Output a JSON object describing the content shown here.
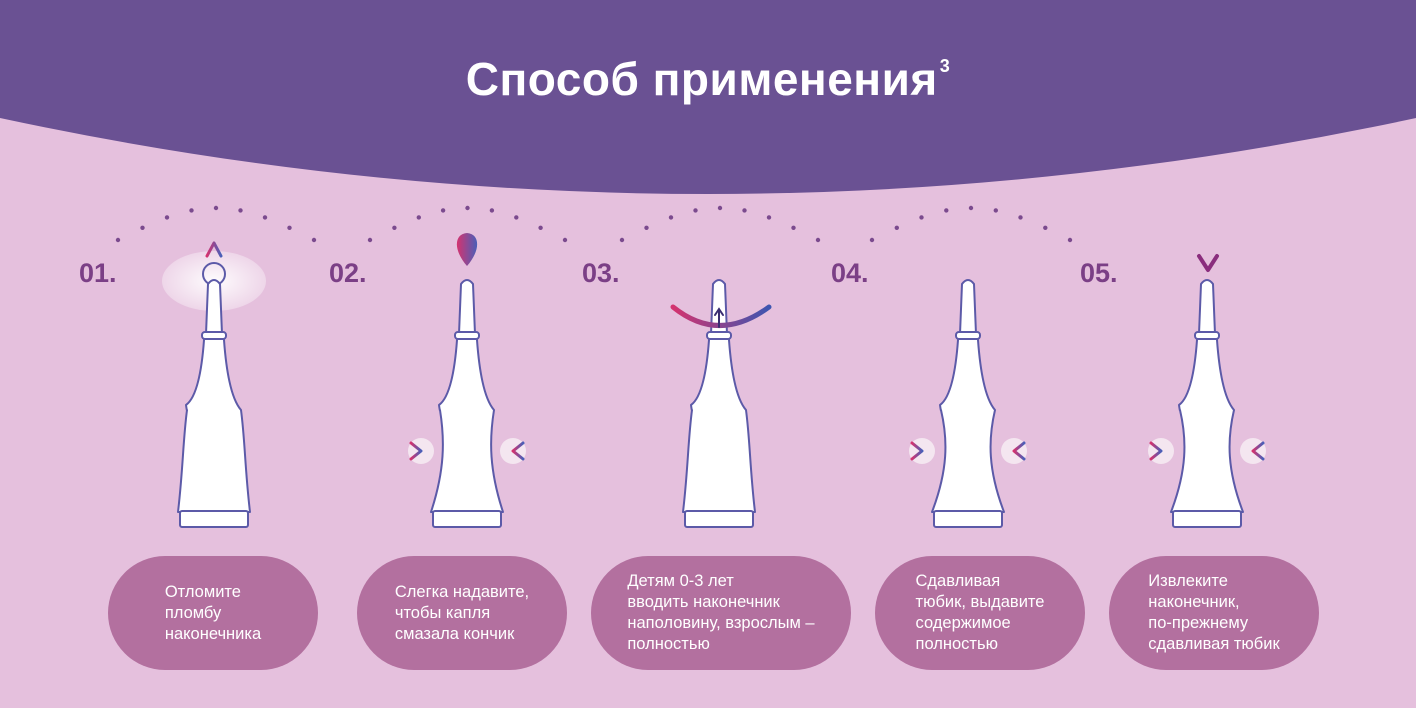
{
  "title": "Способ применения",
  "title_footnote": "3",
  "colors": {
    "banner": "#6a5193",
    "background": "#e5c0dd",
    "card": "#b3709f",
    "tube_outline": "#5c5aa8",
    "accent_pink": "#d4336f",
    "accent_blue": "#4a5fb8"
  },
  "steps": [
    {
      "number": "01.",
      "text": "Отломите\nпломбу\nнаконечника",
      "icon": "arrow-up-icon"
    },
    {
      "number": "02.",
      "text": "Слегка надавите,\nчтобы капля\nсмазала кончик",
      "icon": "drop-icon"
    },
    {
      "number": "03.",
      "text": "Детям 0-3 лет\nвводить наконечник\nнаполовину, взрослым –\nполностью",
      "icon": "insert-arc-icon"
    },
    {
      "number": "04.",
      "text": "Сдавливая\nтюбик, выдавите\nсодержимое\nполностью",
      "icon": "squeeze-icon"
    },
    {
      "number": "05.",
      "text": "Извлеките\nнаконечник,\nпо-прежнему\nсдавливая тюбик",
      "icon": "arrow-down-icon"
    }
  ]
}
